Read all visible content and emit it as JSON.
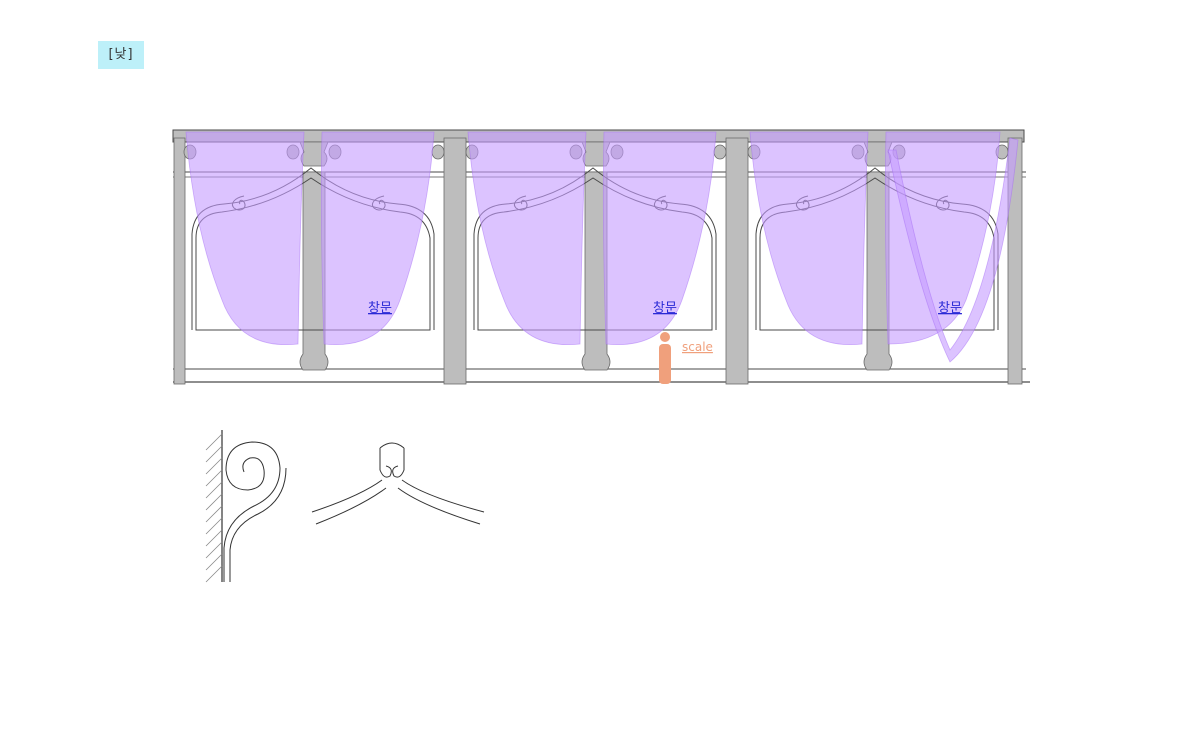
{
  "time_tag": "[낮]",
  "window_labels": [
    "창문",
    "창문",
    "창문"
  ],
  "scale_label": "scale",
  "colors": {
    "tag_bg": "#bdf0f9",
    "curtain": "#c49bff",
    "curtain_edge": "#a66df5",
    "pillar": "#bdbdbd",
    "outline": "#4a4a4a",
    "link": "#2a2ad6",
    "scale_figure": "#f0a07c"
  }
}
